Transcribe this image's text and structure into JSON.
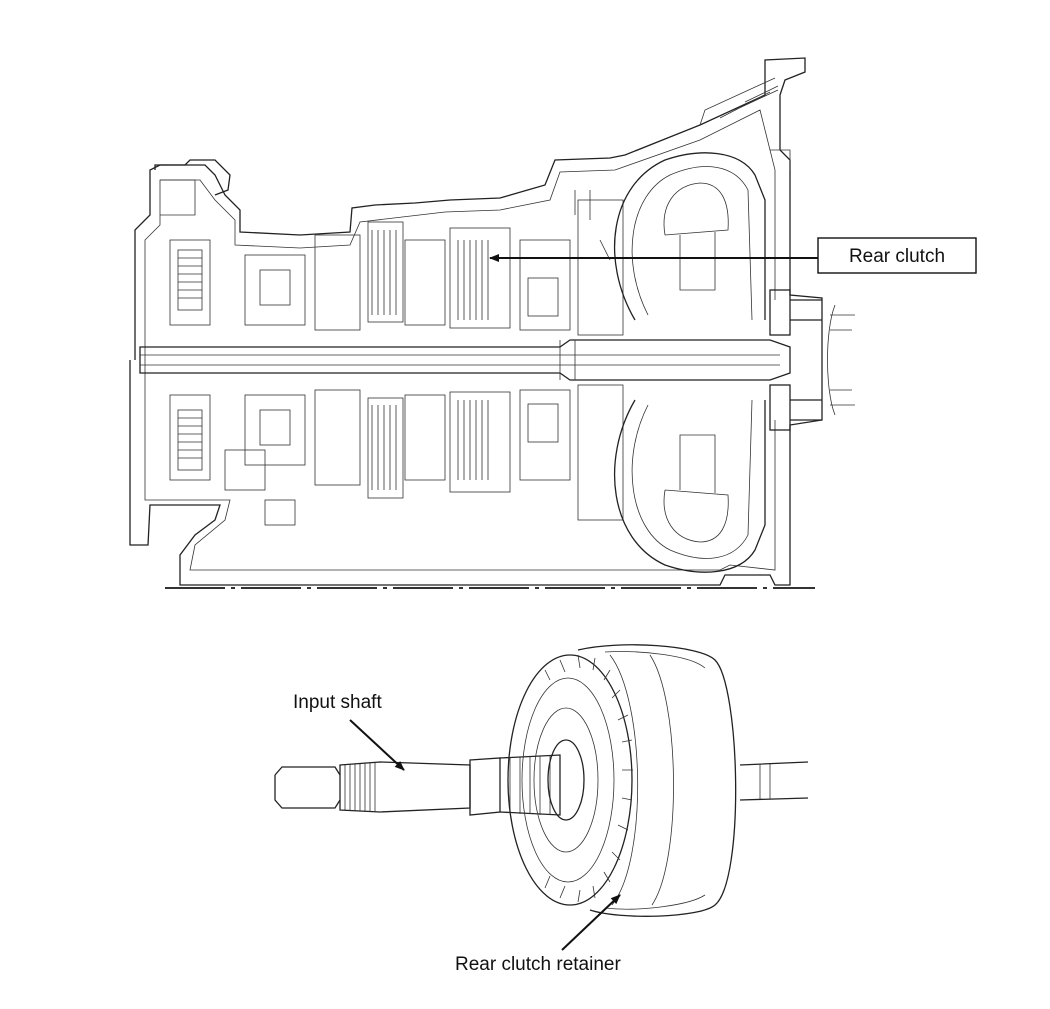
{
  "labels": {
    "rear_clutch": "Rear clutch",
    "input_shaft": "Input shaft",
    "rear_clutch_retainer": "Rear clutch retainer"
  },
  "colors": {
    "line": "#222222",
    "background": "#ffffff"
  }
}
